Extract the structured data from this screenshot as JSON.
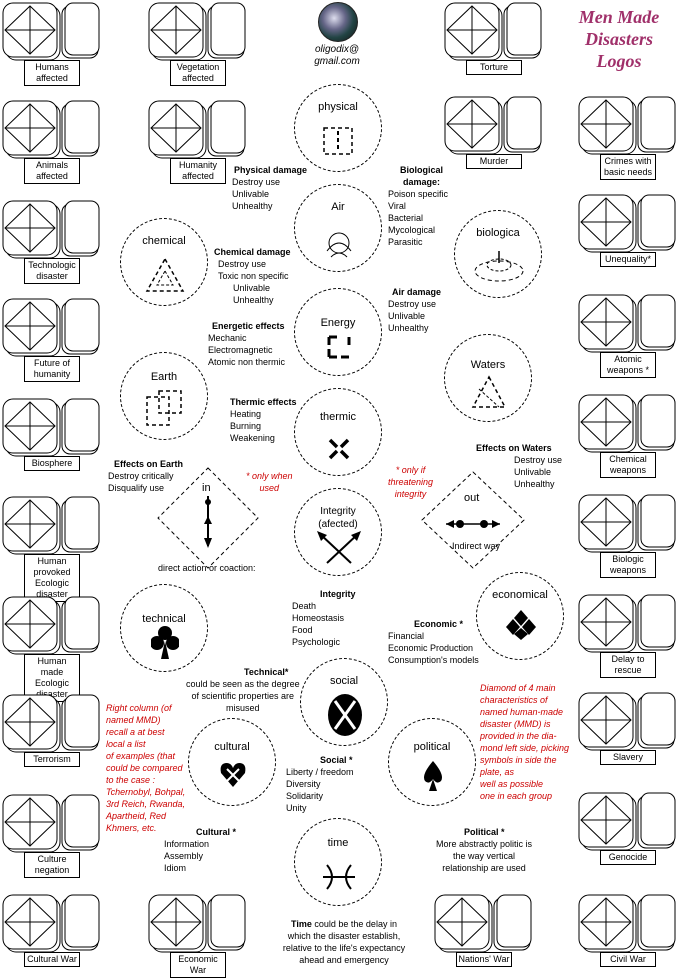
{
  "title": "Men Made\nDisasters\nLogos",
  "email": "oligodix@\ngmail.com",
  "tiles": [
    {
      "id": "humans",
      "label": "Humans\naffected"
    },
    {
      "id": "vegetation",
      "label": "Vegetation\naffected"
    },
    {
      "id": "torture",
      "label": "Torture"
    },
    {
      "id": "animals",
      "label": "Animals\naffected"
    },
    {
      "id": "humanity",
      "label": "Humanity\naffected"
    },
    {
      "id": "murder",
      "label": "Murder"
    },
    {
      "id": "crimes",
      "label": "Crimes with\nbasic needs"
    },
    {
      "id": "technologic",
      "label": "Technologic\ndisaster"
    },
    {
      "id": "unequality",
      "label": "Unequality*"
    },
    {
      "id": "future",
      "label": "Future of\nhumanity"
    },
    {
      "id": "atomic",
      "label": "Atomic\nweapons *"
    },
    {
      "id": "biosphere",
      "label": "Biosphere"
    },
    {
      "id": "chemical_weapons",
      "label": "Chemical\nweapons"
    },
    {
      "id": "human_provoked",
      "label": "Human provoked\nEcologic disaster"
    },
    {
      "id": "biologic_weapons",
      "label": "Biologic\nweapons"
    },
    {
      "id": "human_made",
      "label": "Human made\nEcologic disaster"
    },
    {
      "id": "delay",
      "label": "Delay to\nrescue"
    },
    {
      "id": "terrorism",
      "label": "Terrorism"
    },
    {
      "id": "slavery",
      "label": "Slavery"
    },
    {
      "id": "culture",
      "label": "Culture\nnegation"
    },
    {
      "id": "genocide",
      "label": "Genocide"
    },
    {
      "id": "cultural_war",
      "label": "Cultural War"
    },
    {
      "id": "economic_war",
      "label": "Economic\nWar"
    },
    {
      "id": "nations_war",
      "label": "Nations' War"
    },
    {
      "id": "civil_war",
      "label": "Civil War"
    }
  ],
  "circles": {
    "physical": "physical",
    "air": "Air",
    "chemical": "chemical",
    "biologica": "biologica",
    "energy": "Energy",
    "earth": "Earth",
    "waters": "Waters",
    "thermic": "thermic",
    "integrity": "Integrity\n(afected)",
    "economical": "economical",
    "technical": "technical",
    "social": "social",
    "cultural": "cultural",
    "political": "political",
    "time": "time"
  },
  "diamonds": {
    "in": "in",
    "out": "out",
    "in_caption": "direct action or coaction:",
    "out_caption": "Indirect way"
  },
  "texts": {
    "physical_damage_title": "Physical damage",
    "physical_damage_items": "Destroy use\nUnlivable\nUnhealthy",
    "biological_damage_title": "Biological\ndamage:",
    "biological_damage_items": "Poison specific\nViral\nBacterial\nMycological\nParasitic",
    "chemical_damage_title": "Chemical damage",
    "chemical_damage_items": "Destroy use\nToxic non specific\n      Unlivable\n      Unhealthy",
    "air_damage_title": "Air damage",
    "air_damage_items": "Destroy use\nUnlivable\nUnhealthy",
    "energetic_title": "Energetic effects",
    "energetic_items": "Mechanic\nElectromagnetic\nAtomic non thermic",
    "thermic_title": "Thermic effects",
    "thermic_items": "Heating\nBurning\nWeakening",
    "earth_title": "Effects on Earth",
    "earth_items": "Destroy critically\nDisqualify use",
    "waters_title": "Effects on Waters",
    "waters_items": "Destroy use\nUnlivable\nUnhealthy",
    "only_when": "* only when\nused",
    "only_if": "* only if\nthreatening\nintegrity",
    "integrity_title": "Integrity",
    "integrity_items": "Death\nHomeostasis\nFood\nPsychologic",
    "economic_title": "Economic *",
    "economic_items": "Financial\nEconomic Production\nConsumption's models",
    "technical_title": "Technical*",
    "technical_items": "could be seen as the degree\nof scientific properties are\nmisused",
    "right_column_note": "Right column (of\nnamed MMD)\n recall a at best\nlocal a list\nof examples (that\ncould be compared\nto the case :\nTchernobyl, Bohpal,\n3rd Reich, Rwanda,\nApartheid, Red\nKhmers, etc.",
    "diamond_note": "Diamond of 4 main\ncharacteristics of\nnamed  human-made\ndisaster (MMD) is\nprovided in the dia-\nmond left side, picking\nsymbols in side the\nplate, as\nwell as possible\none in each group",
    "social_title": "Social *",
    "social_items": "Liberty / freedom\nDiversity\nSolidarity\nUnity",
    "cultural_title": "Cultural *",
    "cultural_items": "Information\nAssembly\nIdiom",
    "political_title": "Political *",
    "political_items": "More abstractly politic is\nthe way vertical\nrelationship are used",
    "time_title": "Time",
    "time_items": " could be the delay in\nwhich the disaster establish,\nrelative to the life's expectancy\nahead and emergency"
  },
  "colors": {
    "title": "#a0306a",
    "red_note": "#cc0000"
  }
}
